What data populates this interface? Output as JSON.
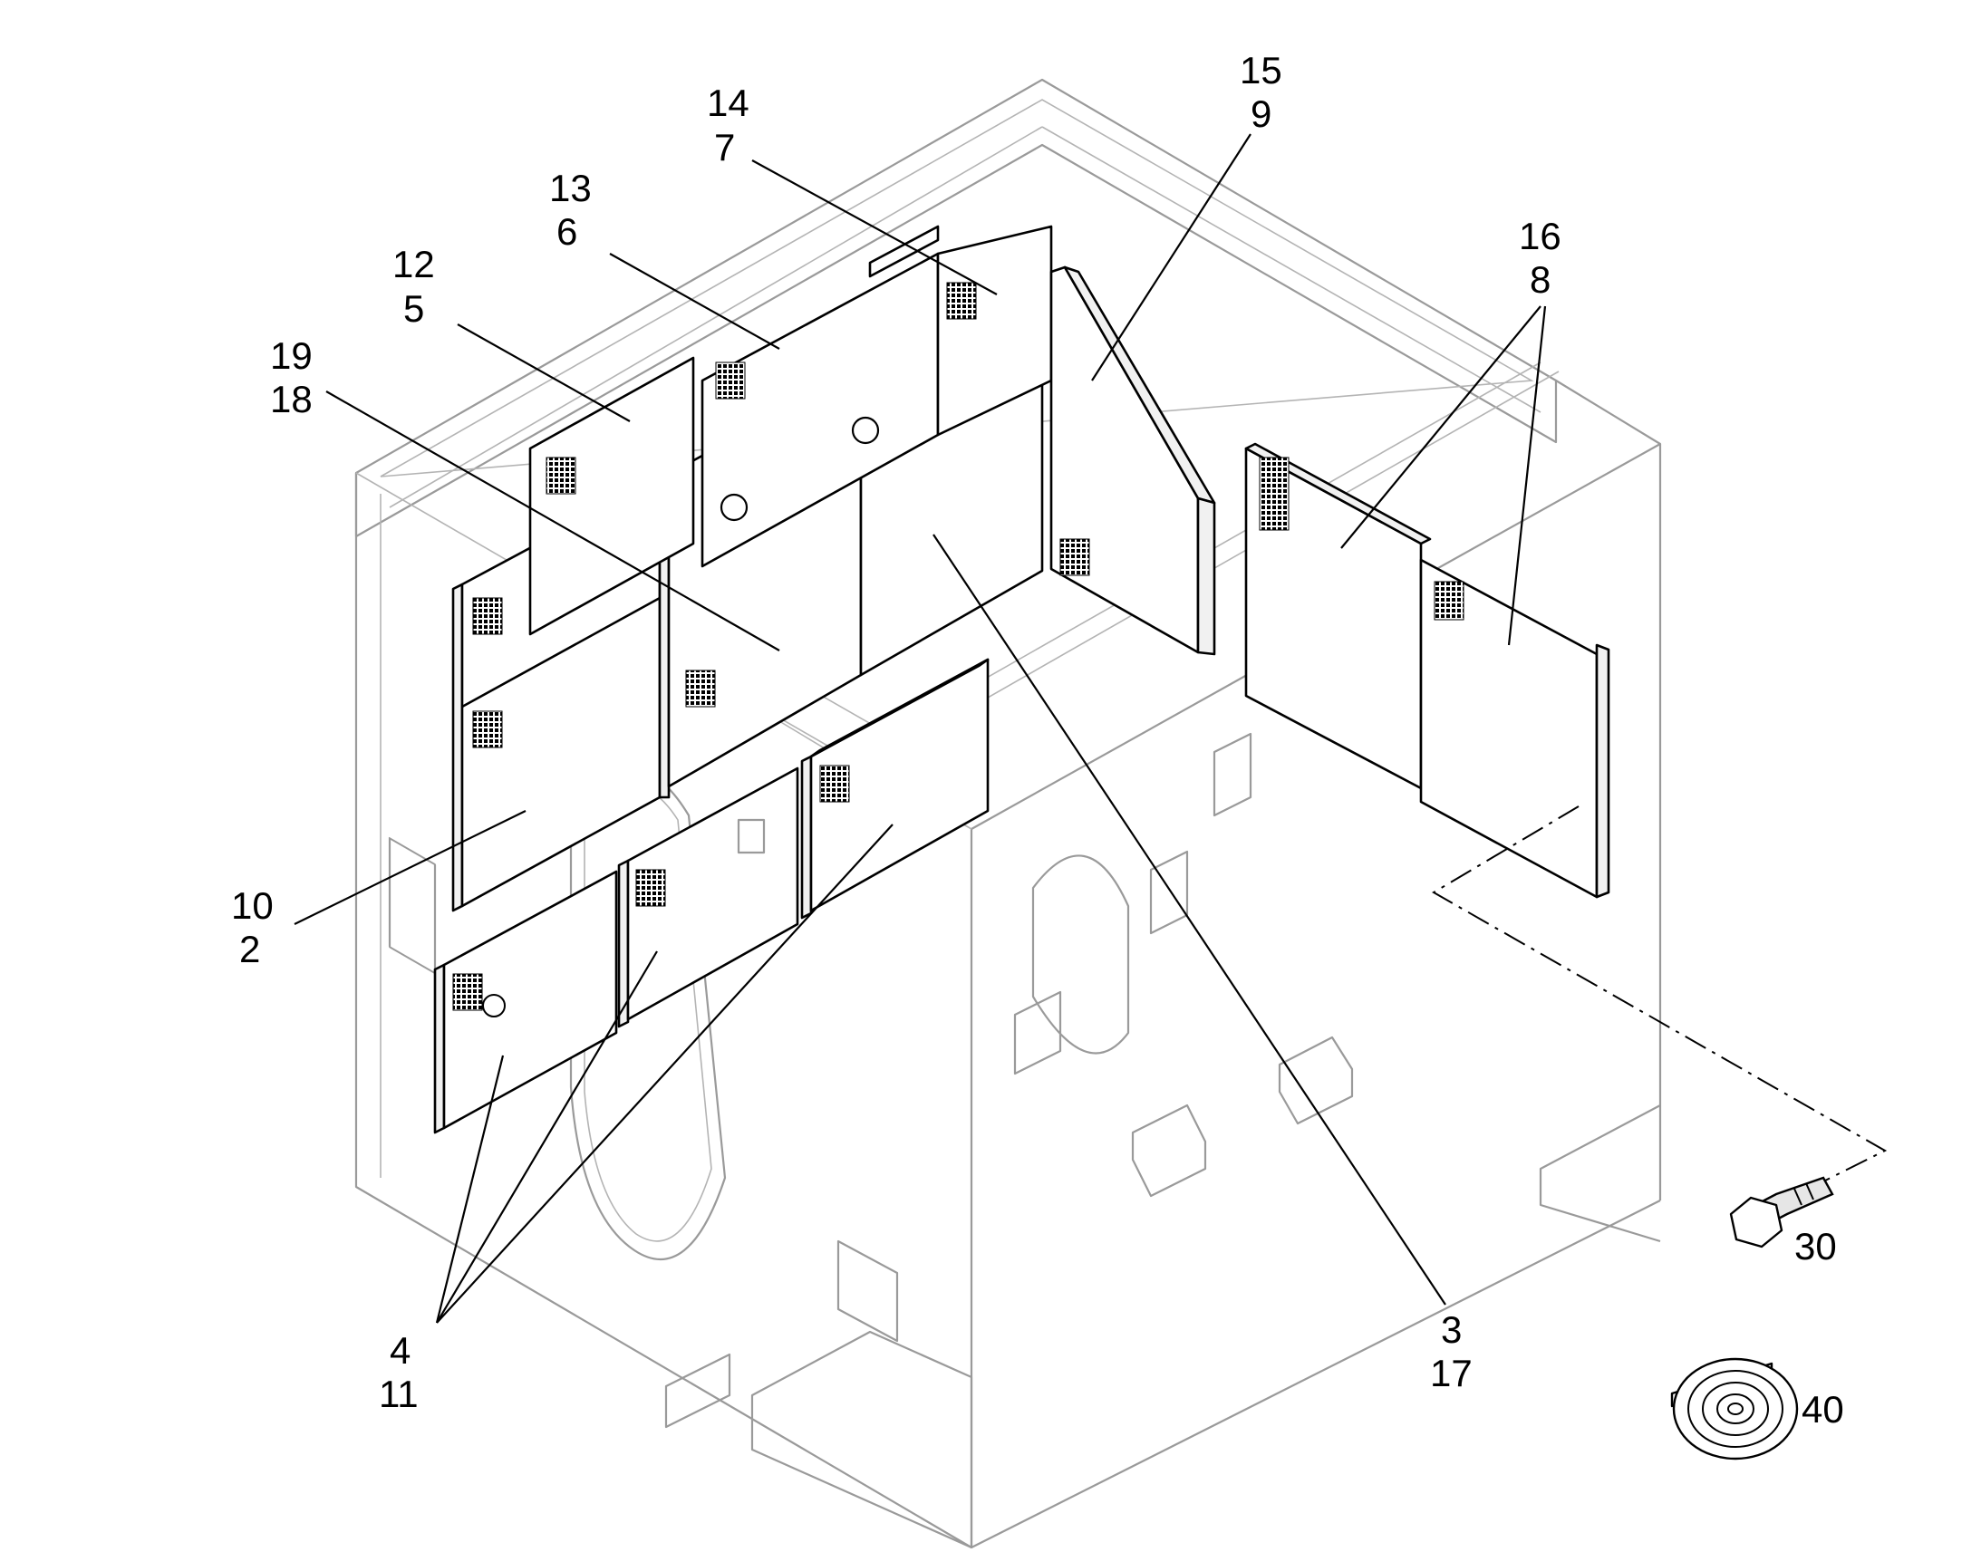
{
  "diagram": {
    "callouts": [
      {
        "id": "panel-top-center",
        "upper": "14",
        "lower": "7"
      },
      {
        "id": "panel-top-left-center",
        "upper": "13",
        "lower": "6"
      },
      {
        "id": "panel-top-left",
        "upper": "12",
        "lower": "5"
      },
      {
        "id": "panel-inner-center",
        "upper": "19",
        "lower": "18"
      },
      {
        "id": "panel-right-angled",
        "upper": "15",
        "lower": "9"
      },
      {
        "id": "panel-right-pair",
        "upper": "16",
        "lower": "8"
      },
      {
        "id": "panel-front-left",
        "upper": "10",
        "lower": "2"
      },
      {
        "id": "panel-front-lower",
        "upper": "4",
        "lower": "11"
      },
      {
        "id": "panel-center-back",
        "upper": "3",
        "lower": "17"
      }
    ],
    "hardware": [
      {
        "id": "screw",
        "label": "30"
      },
      {
        "id": "sealing-tape-roll",
        "label": "40"
      }
    ]
  }
}
